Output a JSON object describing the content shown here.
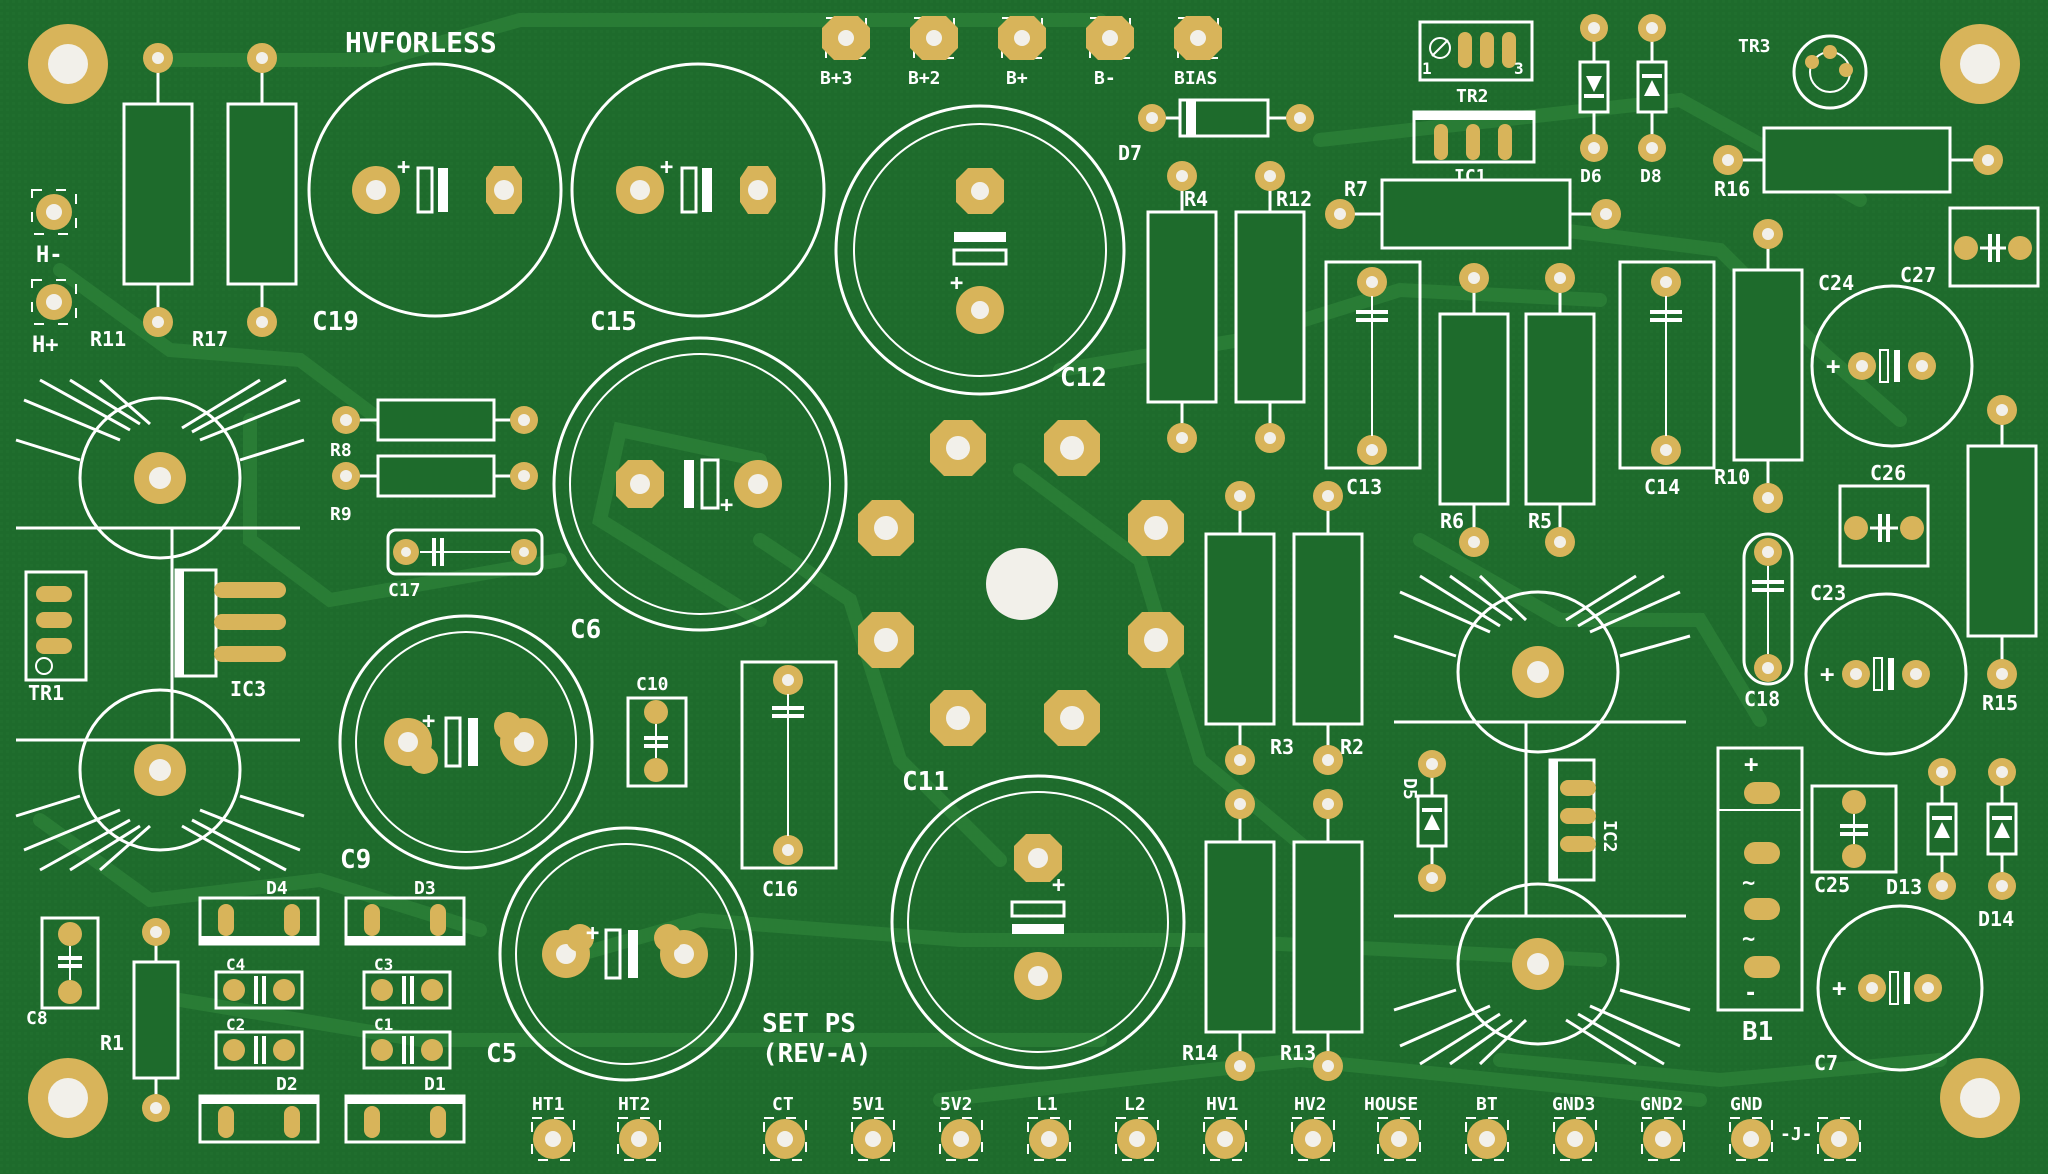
{
  "board": {
    "title": "HVFORLESS",
    "subtitle_line1": "SET PS",
    "subtitle_line2": "(REV-A)",
    "colors": {
      "board": "#1e6b2c",
      "trace": "#2a7d35",
      "silk": "#ffffff",
      "pad": "#d8b45a",
      "hole": "#f2f0ea"
    }
  },
  "top_pads": [
    "B+3",
    "B+2",
    "B+",
    "B-",
    "BIAS"
  ],
  "bottom_pads": [
    "HT1",
    "HT2",
    "CT",
    "5V1",
    "5V2",
    "L1",
    "L2",
    "HV1",
    "HV2",
    "HOUSE",
    "BT",
    "GND3",
    "GND2",
    "GND"
  ],
  "jumper_label": "-J-",
  "labels": {
    "hminus": "H-",
    "hplus": "H+",
    "R1": "R1",
    "R2": "R2",
    "R3": "R3",
    "R4": "R4",
    "R5": "R5",
    "R6": "R6",
    "R7": "R7",
    "R8": "R8",
    "R9": "R9",
    "R10": "R10",
    "R11": "R11",
    "R12": "R12",
    "R13": "R13",
    "R14": "R14",
    "R15": "R15",
    "R16": "R16",
    "R17": "R17",
    "C1": "C1",
    "C2": "C2",
    "C3": "C3",
    "C4": "C4",
    "C5": "C5",
    "C6": "C6",
    "C7": "C7",
    "C8": "C8",
    "C9": "C9",
    "C10": "C10",
    "C11": "C11",
    "C12": "C12",
    "C13": "C13",
    "C14": "C14",
    "C15": "C15",
    "C16": "C16",
    "C17": "C17",
    "C18": "C18",
    "C19": "C19",
    "C23": "C23",
    "C24": "C24",
    "C25": "C25",
    "C26": "C26",
    "C27": "C27",
    "D1": "D1",
    "D2": "D2",
    "D3": "D3",
    "D4": "D4",
    "D5": "D5",
    "D6": "D6",
    "D7": "D7",
    "D8": "D8",
    "D13": "D13",
    "D14": "D14",
    "IC1": "IC1",
    "IC2": "IC2",
    "IC3": "IC3",
    "TR1": "TR1",
    "TR2": "TR2",
    "TR3": "TR3",
    "B1": "B1",
    "pin1": "1",
    "pin3": "3",
    "plus": "+",
    "tilde": "~",
    "minus": "-"
  }
}
